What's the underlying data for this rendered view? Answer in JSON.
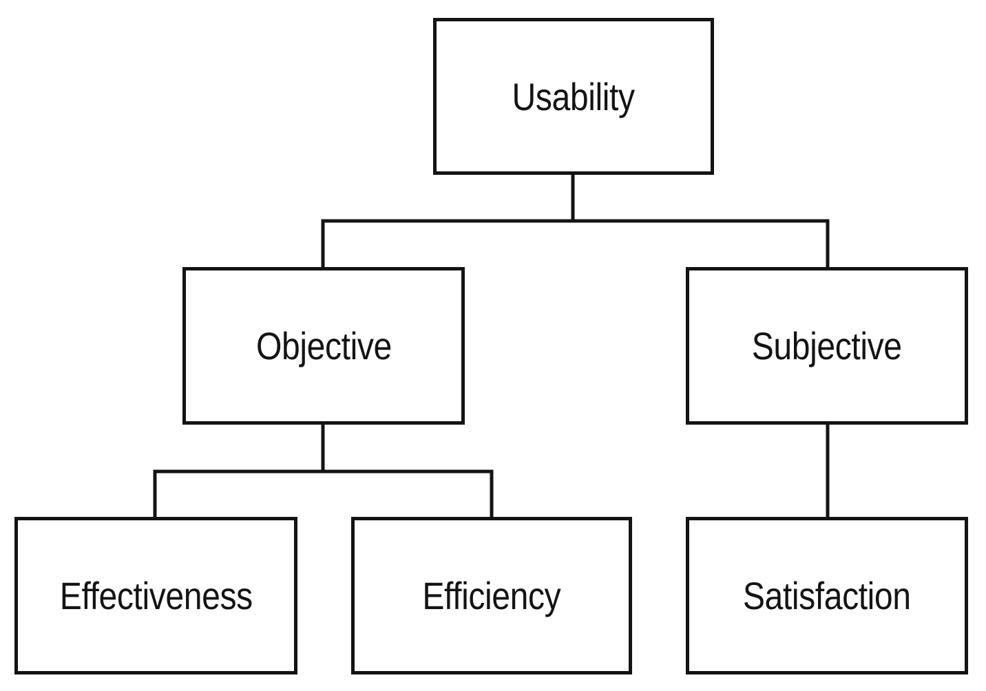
{
  "diagram": {
    "type": "hierarchy-tree",
    "line_color": "#141414",
    "box_border_color": "#141414",
    "background_color": "#ffffff",
    "nodes": {
      "usability": "Usability",
      "objective": "Objective",
      "subjective": "Subjective",
      "effectiveness": "Effectiveness",
      "efficiency": "Efficiency",
      "satisfaction": "Satisfaction"
    },
    "edges": [
      [
        "usability",
        "objective"
      ],
      [
        "usability",
        "subjective"
      ],
      [
        "objective",
        "effectiveness"
      ],
      [
        "objective",
        "efficiency"
      ],
      [
        "subjective",
        "satisfaction"
      ]
    ]
  }
}
